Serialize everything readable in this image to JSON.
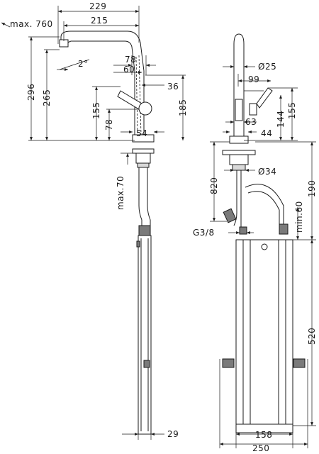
{
  "dimensions": {
    "width_229": "229",
    "width_215": "215",
    "max_760": "max. 760",
    "angle_2": "2°",
    "d78_top": "78",
    "d60": "60",
    "d36": "36",
    "h296": "296",
    "h265": "265",
    "h185": "185",
    "h155_left": "155",
    "h78_left": "78",
    "d54": "54",
    "max70": "max.70",
    "d29": "29",
    "dia25": "Ø25",
    "d99": "99",
    "h144": "144",
    "h155_right": "155",
    "d63": "63",
    "d44": "44",
    "h820": "820",
    "dia34": "Ø34",
    "h190": "190",
    "min60": "min.60",
    "g38": "G3/8",
    "h520": "520",
    "d158": "158",
    "d250": "250"
  }
}
